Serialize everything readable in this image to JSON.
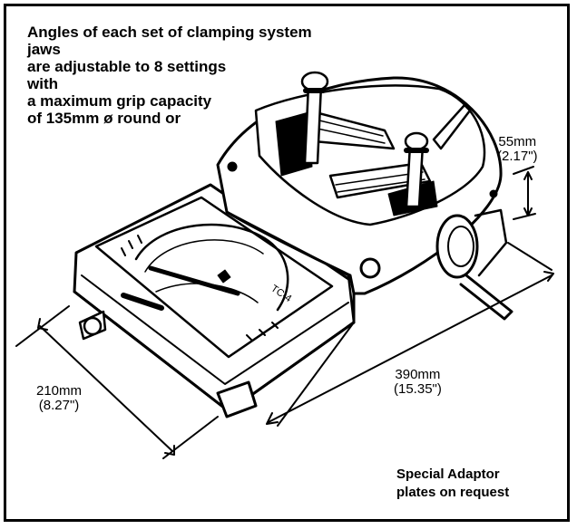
{
  "heading": {
    "lines": [
      "Angles of each set of clamping system",
      "jaws",
      "are adjustable to 8 settings",
      "with",
      "a maximum grip capacity",
      "of 135mm ø round or"
    ]
  },
  "dimensions": {
    "height": {
      "metric": "55mm",
      "imperial": "(2.17\")"
    },
    "length": {
      "metric": "390mm",
      "imperial": "(15.35\")"
    },
    "width": {
      "metric": "210mm",
      "imperial": "(8.27\")"
    }
  },
  "gauge_brand": "TC-4",
  "note": {
    "lines": [
      "Special Adaptor",
      "plates on request"
    ]
  }
}
